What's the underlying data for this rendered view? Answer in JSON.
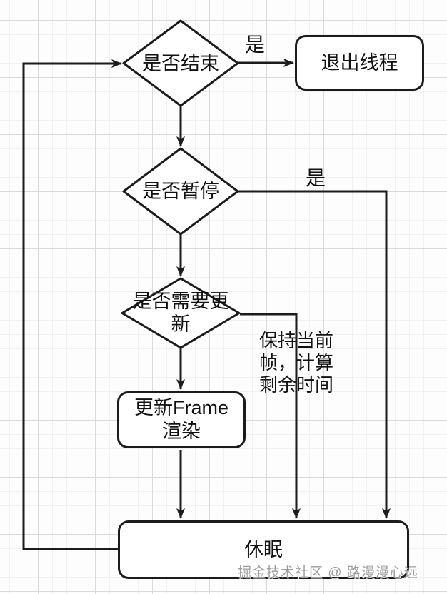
{
  "diagram": {
    "nodes": {
      "check_end": {
        "label": "是否结束"
      },
      "exit_thread": {
        "label": "退出线程"
      },
      "check_pause": {
        "label": "是否暂停"
      },
      "check_update": {
        "lines": [
          "是否需要更",
          "新"
        ]
      },
      "update_frame": {
        "lines": [
          "更新Frame",
          "渲染"
        ]
      },
      "sleep": {
        "label": "休眠"
      }
    },
    "edge_labels": {
      "end_yes": "是",
      "pause_yes": "是"
    },
    "annotation": {
      "lines": [
        "保持当前",
        "帧，计算",
        "剩余时间"
      ]
    },
    "watermark": "掘金技术社区 @ 路漫漫心远",
    "colors": {
      "stroke": "#1c1c1c",
      "node_fill": "#ffffff",
      "text": "#111111",
      "grid_major": "#dadada",
      "grid_minor": "#f1f1f1",
      "watermark_gray": "#9d9d9d"
    }
  }
}
